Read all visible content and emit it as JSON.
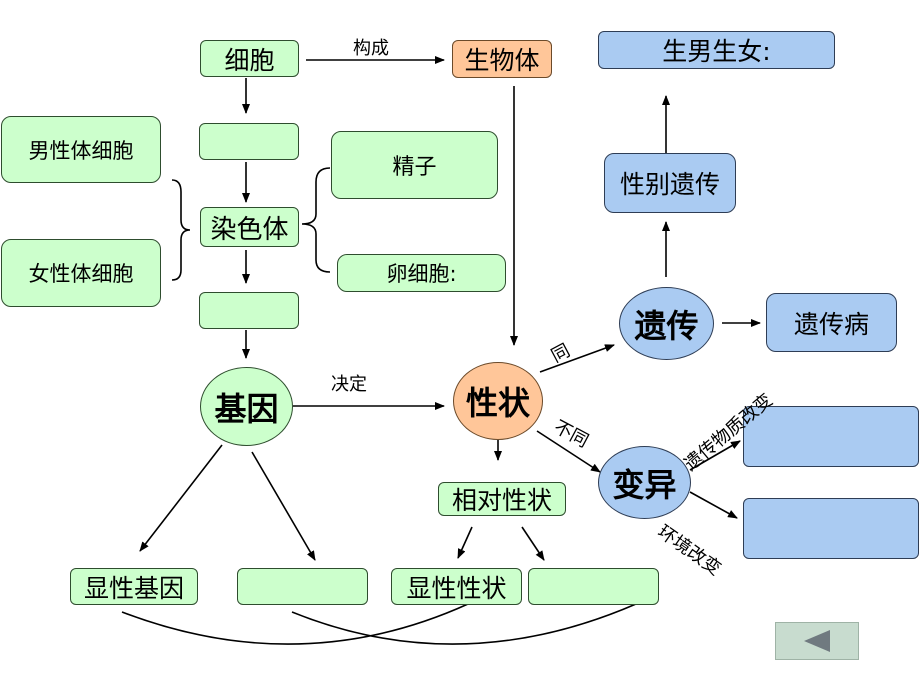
{
  "nodes": {
    "cell": "细胞",
    "organism": "生物体",
    "blank_1": "",
    "male_cell": "男性体细胞",
    "female_cell": "女性体细胞",
    "chromosome": "染色体",
    "sperm": "精子",
    "egg": "卵细胞:",
    "blank_2": "",
    "gene": "基因",
    "trait": "性状",
    "relative_traits": "相对性状",
    "dominant_gene": "显性基因",
    "blank_gene": "",
    "dominant_trait": "显性性状",
    "blank_trait": "",
    "heredity": "遗传",
    "genetic_disease": "遗传病",
    "sex_inheritance": "性别遗传",
    "boy_girl": "生男生女:",
    "variation": "变异",
    "var_blank_1": "",
    "var_blank_2": ""
  },
  "labels": {
    "compose": "构成",
    "determine": "决定",
    "same": "同",
    "different": "不同",
    "genetic_material_change": "遗传物质改变",
    "environment_change": "环境改变"
  },
  "icons": {
    "back": "back-triangle-icon"
  },
  "colors": {
    "green": "#ccffcc",
    "blue": "#aacbf2",
    "orange": "#ffc699"
  }
}
